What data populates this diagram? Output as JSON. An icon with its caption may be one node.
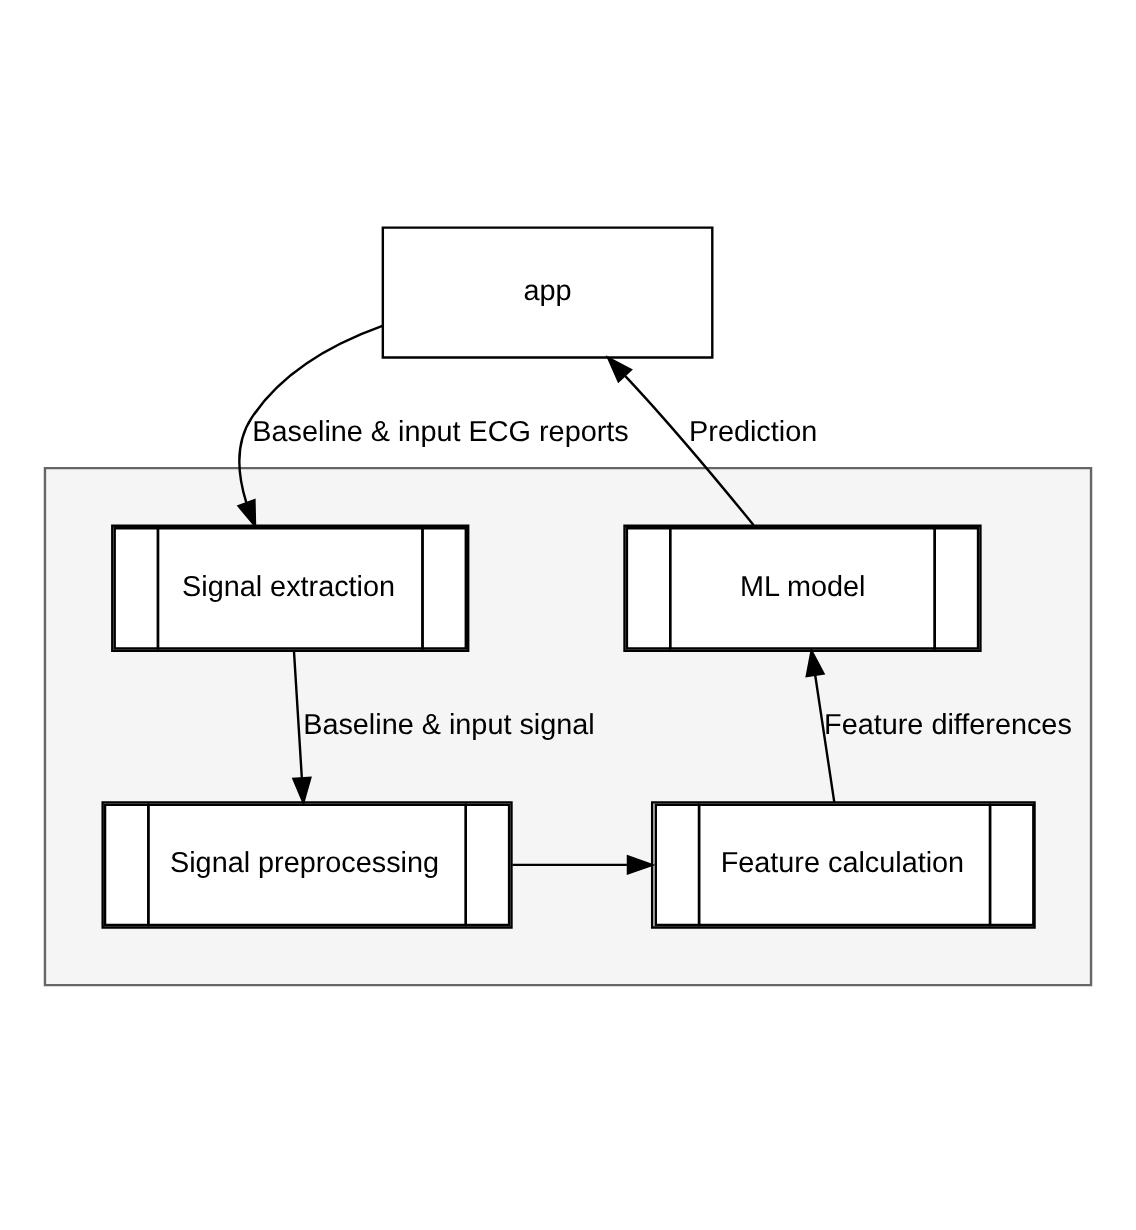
{
  "diagram": {
    "nodes": [
      {
        "text": [
          "app"
        ]
      },
      {
        "text": [],
        "shape": "box"
      },
      {
        "text": [
          "Signal extraction"
        ],
        "in": 1
      },
      {
        "text": [
          "ML model"
        ],
        "in": 1
      },
      {
        "text": [
          "Signal preprocessing"
        ],
        "in": 1
      },
      {
        "text": [
          "Feature calculation"
        ],
        "in": 1
      }
    ],
    "edges": [
      {
        "from": 0,
        "to": 2,
        "arrow": "to",
        "label": "Baseline & input ECG reports"
      },
      {
        "from": 2,
        "to": 4,
        "arrow": "to",
        "label": "Baseline & input signal"
      },
      {
        "from": 4,
        "to": 5,
        "arrow": "to"
      },
      {
        "from": 5,
        "to": 3,
        "arrow": "to",
        "label": "Feature differences"
      },
      {
        "from": 3,
        "to": 0,
        "arrow": "to",
        "label": "Prediction"
      }
    ]
  }
}
